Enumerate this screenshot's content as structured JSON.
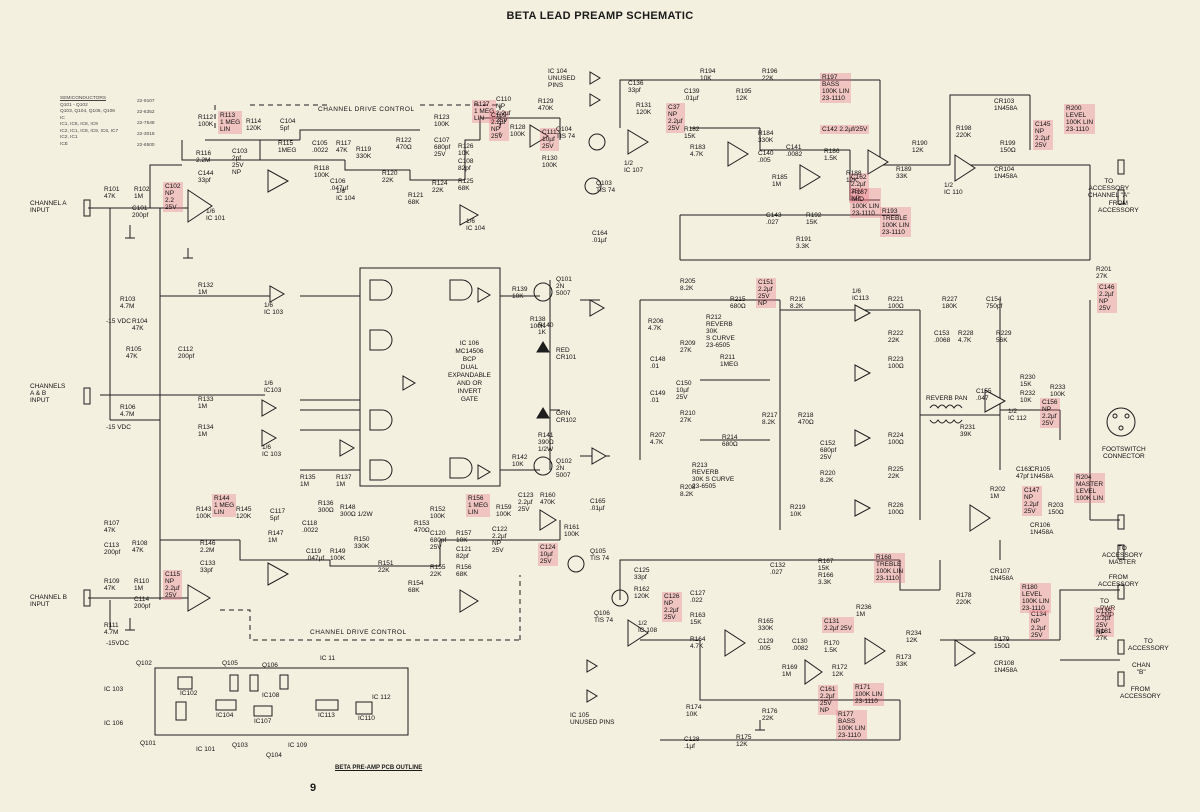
{
  "title": "BETA LEAD PREAMP SCHEMATIC",
  "page_number": "9",
  "colors": {
    "paper": "#f4f0e0",
    "ink": "#1b1b1b",
    "highlight": "#eb6e82"
  },
  "semiconductors": {
    "heading": "SEMICONDUCTORS",
    "rows": [
      "Q101 - Q102",
      "Q103, Q104, Q105, Q106",
      "IC",
      "IC1, IC6, IC8, IC9",
      "IC2, IC1, IC8, IC9, IC6, IC7",
      "IC2, IC1",
      "ICE"
    ],
    "parts": [
      "22-9107",
      "22-6352",
      "22-7548",
      "22-3018",
      "22-6500"
    ]
  },
  "labels": {
    "channel_drive_control_top": "CHANNEL DRIVE CONTROL",
    "channel_drive_control_bottom": "CHANNEL DRIVE CONTROL",
    "channel_a_input": "CHANNEL A\nINPUT",
    "channels_ab_input": "CHANNELS\nA & B\nINPUT",
    "channel_b_input": "CHANNEL B\nINPUT",
    "unused_pins_top": "IC 104\nUNUSED\nPINS",
    "unused_pins_bottom": "IC 105\nUNUSED PINS",
    "ic106_desc": "IC 106\nMC14506\nBCP\nDUAL\nEXPANDABLE\nAND OR\nINVERT\nGATE",
    "to_accessory_a": "TO\nACCESSORY\nCHANNEL \"A\"",
    "from_accessory_a": "FROM\nACCESSORY",
    "footswitch": "FOOTSWITCH\nCONNECTOR",
    "to_accessory_master": "TO\nACCESSORY\nMASTER",
    "from_accessory_master": "FROM\nACCESSORY",
    "to_pwr_amp": "TO\nPWR\nAMP",
    "to_accessory_b": "TO\nACCESSORY",
    "chan_b": "CHAN\n\"B\"",
    "from_accessory_b": "FROM\nACCESSORY",
    "reverb_pan": "REVERB PAN",
    "red_led": "RED\nCR101",
    "grn_led": "GRN\nCR102",
    "pcb_outline": "BETA PRE-AMP PCB OUTLINE",
    "minus15vdc_1": "-15 VDC",
    "minus15vdc_2": "-15 VDC",
    "minus15vdc_3": "-15VDC"
  },
  "highlighted_parts": [
    {
      "id": "R113",
      "text": "R113\n1 MEG\nLIN"
    },
    {
      "id": "R127",
      "text": "R127\n1 MEG\nLIN"
    },
    {
      "id": "C109",
      "text": "C109\n2.2µf\nNP\n25V"
    },
    {
      "id": "C102",
      "text": "C102\nNP\n2.2\n25V"
    },
    {
      "id": "C37",
      "text": "C37\nNP\n2.2µf\n25V"
    },
    {
      "id": "C111",
      "text": "C111\n10µf\n25V"
    },
    {
      "id": "R197",
      "text": "R197\nBASS\n100K LIN\n23-1110"
    },
    {
      "id": "C142",
      "text": "C142 2.2µf/25V"
    },
    {
      "id": "C162",
      "text": "C162\n2.2µf\n25V\nNP"
    },
    {
      "id": "R187",
      "text": "R187\nMID\n100K LIN\n23-1110"
    },
    {
      "id": "R193",
      "text": "R193\nTREBLE\n100K LIN\n23-1110"
    },
    {
      "id": "C145",
      "text": "C145\nNP\n2.2µf\n25V"
    },
    {
      "id": "R200",
      "text": "R200\nLEVEL\n100K LIN\n23-1110"
    },
    {
      "id": "C151",
      "text": "C151\n2.2µf\n25V\nNP"
    },
    {
      "id": "C146",
      "text": "C146\n2.2µf\nNP\n25V"
    },
    {
      "id": "C156",
      "text": "C156\nNP\n2.2µf\n25V"
    },
    {
      "id": "R204",
      "text": "R204\nMASTER\nLEVEL\n100K LIN"
    },
    {
      "id": "C147",
      "text": "C147\nNP\n2.2µf\n25V"
    },
    {
      "id": "R144",
      "text": "R144\n1 MEG\nLIN"
    },
    {
      "id": "R156",
      "text": "R156\n1 MEG\nLIN"
    },
    {
      "id": "C115",
      "text": "C115\nNP\n2.2µf\n25V"
    },
    {
      "id": "C124",
      "text": "C124\n10µf\n25V"
    },
    {
      "id": "C126",
      "text": "C126\nNP\n2.2µf\n25V"
    },
    {
      "id": "R168",
      "text": "R168\nTREBLE\n100K LIN\n23-1110"
    },
    {
      "id": "C131",
      "text": "C131\n2.2µf 25V"
    },
    {
      "id": "C161",
      "text": "C161\n2.2µf\n25V\nNP"
    },
    {
      "id": "R171",
      "text": "R171\n100K LIN\n23-1110"
    },
    {
      "id": "R177",
      "text": "R177\nBASS\n100K LIN\n23-1110"
    },
    {
      "id": "C134",
      "text": "C134\nNP\n2.2µf\n25V"
    },
    {
      "id": "R180",
      "text": "R180\nLEVEL\n100K LIN\n23-1110"
    },
    {
      "id": "C135",
      "text": "C135\n2.2µf\n25V\nNP"
    }
  ],
  "components": [
    {
      "id": "r101",
      "text": "R101\n47K"
    },
    {
      "id": "r102",
      "text": "R102\n1M"
    },
    {
      "id": "c101",
      "text": "C101\n200pf"
    },
    {
      "id": "r112",
      "text": "R112\n100K"
    },
    {
      "id": "c103",
      "text": "C103\n2pf\n25V\nNP"
    },
    {
      "id": "r116",
      "text": "R116\n2.2M"
    },
    {
      "id": "c144",
      "text": "C144\n33pf"
    },
    {
      "id": "ic101",
      "text": "1/6\nIC 101"
    },
    {
      "id": "r114",
      "text": "R114\n120K"
    },
    {
      "id": "c104",
      "text": "C104\n5pf"
    },
    {
      "id": "r115",
      "text": "R115\n1MEG"
    },
    {
      "id": "c105",
      "text": "C105\n.0022"
    },
    {
      "id": "r117",
      "text": "R117\n47K"
    },
    {
      "id": "r118",
      "text": "R118\n100K"
    },
    {
      "id": "c106",
      "text": "C106\n.047µf"
    },
    {
      "id": "r119",
      "text": "R119\n330K"
    },
    {
      "id": "ic104a",
      "text": "1/6\nIC 104"
    },
    {
      "id": "r122",
      "text": "R122\n470Ω"
    },
    {
      "id": "c107",
      "text": "C107\n680pf\n25V"
    },
    {
      "id": "r123",
      "text": "R123\n100K"
    },
    {
      "id": "r126",
      "text": "R126\n10K"
    },
    {
      "id": "c108",
      "text": "C108\n82pf"
    },
    {
      "id": "r125",
      "text": "R125\n68K"
    },
    {
      "id": "r120",
      "text": "R120\n22K"
    },
    {
      "id": "r121",
      "text": "R121\n68K"
    },
    {
      "id": "r124",
      "text": "R124\n22K"
    },
    {
      "id": "ic104b",
      "text": "1/6\nIC 104"
    },
    {
      "id": "c110",
      "text": "C110\nNP\n2.2µf\n25V"
    },
    {
      "id": "r128",
      "text": "R128\n100K"
    },
    {
      "id": "r129",
      "text": "R129\n470K"
    },
    {
      "id": "r130",
      "text": "R130\n100K"
    },
    {
      "id": "q104",
      "text": "Q104\nTIS 74"
    },
    {
      "id": "q103",
      "text": "Q103\nTIS 74"
    },
    {
      "id": "c136",
      "text": "C136\n33pf"
    },
    {
      "id": "r131",
      "text": "R131\n120K"
    },
    {
      "id": "ic107a",
      "text": "1/2\nIC 107"
    },
    {
      "id": "c164",
      "text": "C164\n.01µf"
    },
    {
      "id": "r103",
      "text": "R103\n4.7M"
    },
    {
      "id": "r104",
      "text": "R104\n47K"
    },
    {
      "id": "r105",
      "text": "R105\n47K"
    },
    {
      "id": "c112",
      "text": "C112\n200pf"
    },
    {
      "id": "r106",
      "text": "R106\n4.7M"
    },
    {
      "id": "r132",
      "text": "R132\n1M"
    },
    {
      "id": "r133",
      "text": "R133\n1M"
    },
    {
      "id": "r134",
      "text": "R134\n1M"
    },
    {
      "id": "ic103a",
      "text": "1/6\nIC 103"
    },
    {
      "id": "ic103b",
      "text": "1/6\nIC103"
    },
    {
      "id": "ic103c",
      "text": "1/6\nIC 103"
    },
    {
      "id": "r139",
      "text": "R139\n10K"
    },
    {
      "id": "r140",
      "text": "R140\n1K"
    },
    {
      "id": "r138",
      "text": "R138\n100K"
    },
    {
      "id": "q101",
      "text": "Q101\n2N\n5007"
    },
    {
      "id": "r141",
      "text": "R141\n390Ω\n1/2W"
    },
    {
      "id": "r142",
      "text": "R142\n10K"
    },
    {
      "id": "q102",
      "text": "Q102\n2N\n5007"
    },
    {
      "id": "r135",
      "text": "R135\n1M"
    },
    {
      "id": "r136",
      "text": "R136\n300Ω"
    },
    {
      "id": "r137",
      "text": "R137\n1M"
    },
    {
      "id": "r148",
      "text": "R148\n300Ω 1/2W"
    },
    {
      "id": "r113b",
      "text": "R143\n100K"
    },
    {
      "id": "r145",
      "text": "R145\n120K"
    },
    {
      "id": "r146",
      "text": "R146\n2.2M"
    },
    {
      "id": "c133",
      "text": "C133\n33pf"
    },
    {
      "id": "c117",
      "text": "C117\n5pf"
    },
    {
      "id": "r147",
      "text": "R147\n1M"
    },
    {
      "id": "c118",
      "text": "C118\n.0022"
    },
    {
      "id": "c119",
      "text": "C119\n.047µf"
    },
    {
      "id": "r149",
      "text": "R149\n100K"
    },
    {
      "id": "r150",
      "text": "R150\n330K"
    },
    {
      "id": "r151",
      "text": "R151\n22K"
    },
    {
      "id": "r153",
      "text": "R153\n470Ω"
    },
    {
      "id": "c120",
      "text": "C120\n680pf\n25V"
    },
    {
      "id": "r152",
      "text": "R152\n100K"
    },
    {
      "id": "r157",
      "text": "R157\n10K"
    },
    {
      "id": "c121",
      "text": "C121\n82pf"
    },
    {
      "id": "r155",
      "text": "R155\n22K"
    },
    {
      "id": "r156b",
      "text": "R156\n68K"
    },
    {
      "id": "r154",
      "text": "R154\n68K"
    },
    {
      "id": "c122",
      "text": "C122\n2.2µf\nNP\n25V"
    },
    {
      "id": "r159",
      "text": "R159\n100K"
    },
    {
      "id": "c123",
      "text": "C123\n2.2µf\n25V"
    },
    {
      "id": "r160",
      "text": "R160\n470K"
    },
    {
      "id": "r161",
      "text": "R161\n100K"
    },
    {
      "id": "c165",
      "text": "C165\n.01µf"
    },
    {
      "id": "q105",
      "text": "Q105\nTIS 74"
    },
    {
      "id": "q106",
      "text": "Q106\nTIS 74"
    },
    {
      "id": "c125",
      "text": "C125\n33pf"
    },
    {
      "id": "r162",
      "text": "R162\n120K"
    },
    {
      "id": "ic108a",
      "text": "1/2\nIC 108"
    },
    {
      "id": "r107",
      "text": "R107\n47K"
    },
    {
      "id": "c113",
      "text": "C113\n200pf"
    },
    {
      "id": "r108",
      "text": "R108\n47K"
    },
    {
      "id": "r109",
      "text": "R109\n47K"
    },
    {
      "id": "r110",
      "text": "R110\n1M"
    },
    {
      "id": "c114",
      "text": "C114\n200pf"
    },
    {
      "id": "r111",
      "text": "R111\n4.7M"
    },
    {
      "id": "r194",
      "text": "R194\n10K"
    },
    {
      "id": "c139",
      "text": "C139\n.01µf"
    },
    {
      "id": "r195",
      "text": "R195\n12K"
    },
    {
      "id": "r196",
      "text": "R196\n22K"
    },
    {
      "id": "r182",
      "text": "R182\n15K"
    },
    {
      "id": "r183",
      "text": "R183\n4.7K"
    },
    {
      "id": "r184",
      "text": "R184\n330K"
    },
    {
      "id": "c140",
      "text": "C140\n.005"
    },
    {
      "id": "c141",
      "text": "C141\n.0082"
    },
    {
      "id": "r185",
      "text": "R185\n1M"
    },
    {
      "id": "r186",
      "text": "R186\n1.5K"
    },
    {
      "id": "r188",
      "text": "R188\n12K"
    },
    {
      "id": "r189",
      "text": "R189\n33K"
    },
    {
      "id": "r190",
      "text": "R190\n12K"
    },
    {
      "id": "r191",
      "text": "R191\n3.3K"
    },
    {
      "id": "r192",
      "text": "R192\n15K"
    },
    {
      "id": "c143",
      "text": "C143\n.027"
    },
    {
      "id": "r198",
      "text": "R198\n220K"
    },
    {
      "id": "cr103",
      "text": "CR103\n1N458A"
    },
    {
      "id": "r199",
      "text": "R199\n150Ω"
    },
    {
      "id": "cr104",
      "text": "CR104\n1N458A"
    },
    {
      "id": "ic110",
      "text": "1/2\nIC 110"
    },
    {
      "id": "r201",
      "text": "R201\n27K"
    },
    {
      "id": "r205",
      "text": "R205\n8.2K"
    },
    {
      "id": "r215",
      "text": "R215\n680Ω"
    },
    {
      "id": "r212",
      "text": "R212\nREVERB\n30K\nS CURVE\n23-6505"
    },
    {
      "id": "r216",
      "text": "R216\n8.2K"
    },
    {
      "id": "r217",
      "text": "R217\n8.2K"
    },
    {
      "id": "r221",
      "text": "R221\n100Ω"
    },
    {
      "id": "r222",
      "text": "R222\n22K"
    },
    {
      "id": "r223",
      "text": "R223\n100Ω"
    },
    {
      "id": "r227",
      "text": "R227\n180K"
    },
    {
      "id": "c154",
      "text": "C154\n750pf"
    },
    {
      "id": "c153",
      "text": "C153\n.0068"
    },
    {
      "id": "r228",
      "text": "R228\n4.7K"
    },
    {
      "id": "r229",
      "text": "R229\n56K"
    },
    {
      "id": "r230",
      "text": "R230\n15K"
    },
    {
      "id": "r232",
      "text": "R232\n10K"
    },
    {
      "id": "r233",
      "text": "R233\n100K"
    },
    {
      "id": "c155",
      "text": "C155\n.047"
    },
    {
      "id": "r231",
      "text": "R231\n39K"
    },
    {
      "id": "ic112",
      "text": "1/2\nIC 112"
    },
    {
      "id": "r206",
      "text": "R206\n4.7K"
    },
    {
      "id": "r209",
      "text": "R209\n27K"
    },
    {
      "id": "r211",
      "text": "R211\n1MEG"
    },
    {
      "id": "c148",
      "text": "C148\n.01"
    },
    {
      "id": "c149",
      "text": "C149\n.01"
    },
    {
      "id": "c150",
      "text": "C150\n10µf\n25V"
    },
    {
      "id": "r210",
      "text": "R210\n27K"
    },
    {
      "id": "r207",
      "text": "R207\n4.7K"
    },
    {
      "id": "r214",
      "text": "R214\n680Ω"
    },
    {
      "id": "r213",
      "text": "R213\nREVERB\n30K S CURVE\n23-6505"
    },
    {
      "id": "r208",
      "text": "R208\n8.2K"
    },
    {
      "id": "r218",
      "text": "R218\n470Ω"
    },
    {
      "id": "c152",
      "text": "C152\n680pf\n25V"
    },
    {
      "id": "r220",
      "text": "R220\n8.2K"
    },
    {
      "id": "r219",
      "text": "R219\n10K"
    },
    {
      "id": "r224",
      "text": "R224\n100Ω"
    },
    {
      "id": "r225",
      "text": "R225\n22K"
    },
    {
      "id": "r226",
      "text": "R226\n100Ω"
    },
    {
      "id": "ic113",
      "text": "1/6\nIC113"
    },
    {
      "id": "c163",
      "text": "C163\n47pf"
    },
    {
      "id": "cr105",
      "text": "CR105\n1N458A"
    },
    {
      "id": "r202",
      "text": "R202\n1M"
    },
    {
      "id": "r203",
      "text": "R203\n150Ω"
    },
    {
      "id": "cr106",
      "text": "CR106\n1N458A"
    },
    {
      "id": "c132",
      "text": "C132\n.027"
    },
    {
      "id": "r167",
      "text": "R167\n15K"
    },
    {
      "id": "r166",
      "text": "R166\n3.3K"
    },
    {
      "id": "c127",
      "text": "C127\n.022"
    },
    {
      "id": "r163",
      "text": "R163\n15K"
    },
    {
      "id": "r164",
      "text": "R164\n4.7K"
    },
    {
      "id": "r165",
      "text": "R165\n330K"
    },
    {
      "id": "c129",
      "text": "C129\n.005"
    },
    {
      "id": "c130",
      "text": "C130\n.0082"
    },
    {
      "id": "r169",
      "text": "R169\n1M"
    },
    {
      "id": "r170",
      "text": "R170\n1.5K"
    },
    {
      "id": "r172",
      "text": "R172\n12K"
    },
    {
      "id": "r173",
      "text": "R173\n33K"
    },
    {
      "id": "r234",
      "text": "R234\n12K"
    },
    {
      "id": "r236",
      "text": "R236\n1M"
    },
    {
      "id": "r178",
      "text": "R178\n220K"
    },
    {
      "id": "cr107",
      "text": "CR107\n1N458A"
    },
    {
      "id": "r179",
      "text": "R179\n150Ω"
    },
    {
      "id": "cr108",
      "text": "CR108\n1N458A"
    },
    {
      "id": "r181",
      "text": "R181\n27K"
    },
    {
      "id": "r174",
      "text": "R174\n10K"
    },
    {
      "id": "r176",
      "text": "R176\n22K"
    },
    {
      "id": "c128",
      "text": "C128\n.1µf"
    },
    {
      "id": "r175",
      "text": "R175\n12K"
    }
  ],
  "pcb_outline_parts": [
    "IC 103",
    "Q102",
    "IC102",
    "Q105",
    "Q106",
    "IC 11",
    "IC108",
    "IC104",
    "IC107",
    "IC113",
    "IC110",
    "IC 112",
    "IC 106",
    "Q101",
    "IC 101",
    "Q103",
    "IC 109",
    "Q104"
  ],
  "bottom_pcb_label": "BETA PRE-AMP PCB OUTLINE"
}
